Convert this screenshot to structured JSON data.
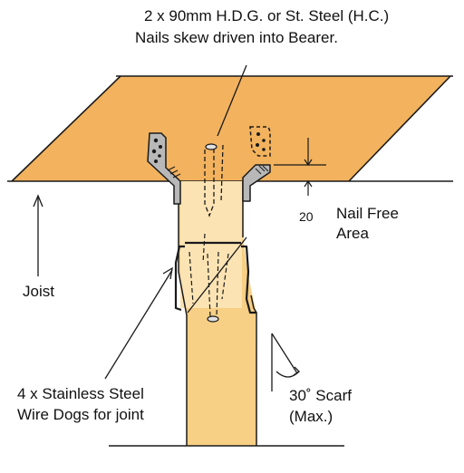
{
  "labels": {
    "nail_line1": "2 x 90mm H.D.G. or St. Steel (H.C.)",
    "nail_line2": "Nails skew driven into Bearer.",
    "dimension": "20",
    "nail_free_line1": "Nail Free",
    "nail_free_line2": "Area",
    "joist": "Joist",
    "wire_dogs_line1": "4 x Stainless Steel",
    "wire_dogs_line2": "Wire Dogs for joint",
    "scarf_line1": "30˚ Scarf",
    "scarf_line2": "(Max.)"
  },
  "colors": {
    "timber_joist": "#f2b25e",
    "timber_post": "#f7cf85",
    "timber_light": "#fbe3b3",
    "steel": "#b8b8b8",
    "line": "#1a1a1a"
  }
}
